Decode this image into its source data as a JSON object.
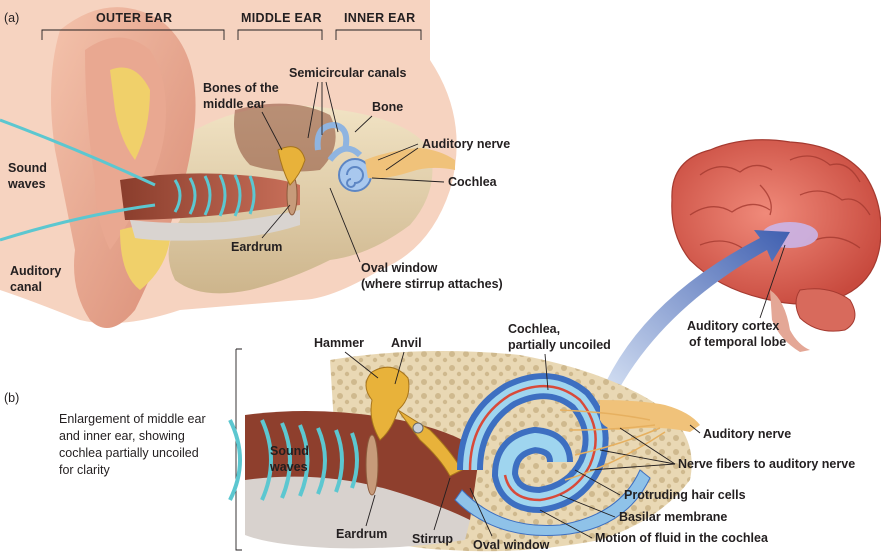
{
  "panel_a": {
    "tag": "(a)",
    "sections": [
      "OUTER EAR",
      "MIDDLE EAR",
      "INNER EAR"
    ],
    "labels": {
      "sound_waves": [
        "Sound",
        "waves"
      ],
      "auditory_canal": [
        "Auditory",
        "canal"
      ],
      "bones": [
        "Bones of the",
        "middle ear"
      ],
      "semicircular": "Semicircular canals",
      "bone": "Bone",
      "auditory_nerve": "Auditory nerve",
      "cochlea": "Cochlea",
      "eardrum": "Eardrum",
      "oval_window": [
        "Oval window",
        "(where stirrup attaches)"
      ]
    }
  },
  "brain": {
    "labels": [
      "Auditory cortex",
      "of temporal lobe"
    ]
  },
  "panel_b": {
    "tag": "(b)",
    "caption": [
      "Enlargement of middle ear",
      "and inner ear, showing",
      "cochlea partially uncoiled",
      "for clarity"
    ],
    "labels": {
      "hammer": "Hammer",
      "anvil": "Anvil",
      "cochlea": [
        "Cochlea,",
        "partially uncoiled"
      ],
      "sound_waves": [
        "Sound",
        "waves"
      ],
      "eardrum": "Eardrum",
      "stirrup": "Stirrup",
      "oval_window": "Oval window",
      "auditory_nerve": "Auditory nerve",
      "nerve_fibers": "Nerve fibers to auditory nerve",
      "hair_cells": "Protruding hair cells",
      "basilar": "Basilar membrane",
      "fluid": "Motion of fluid in the cochlea"
    }
  }
}
